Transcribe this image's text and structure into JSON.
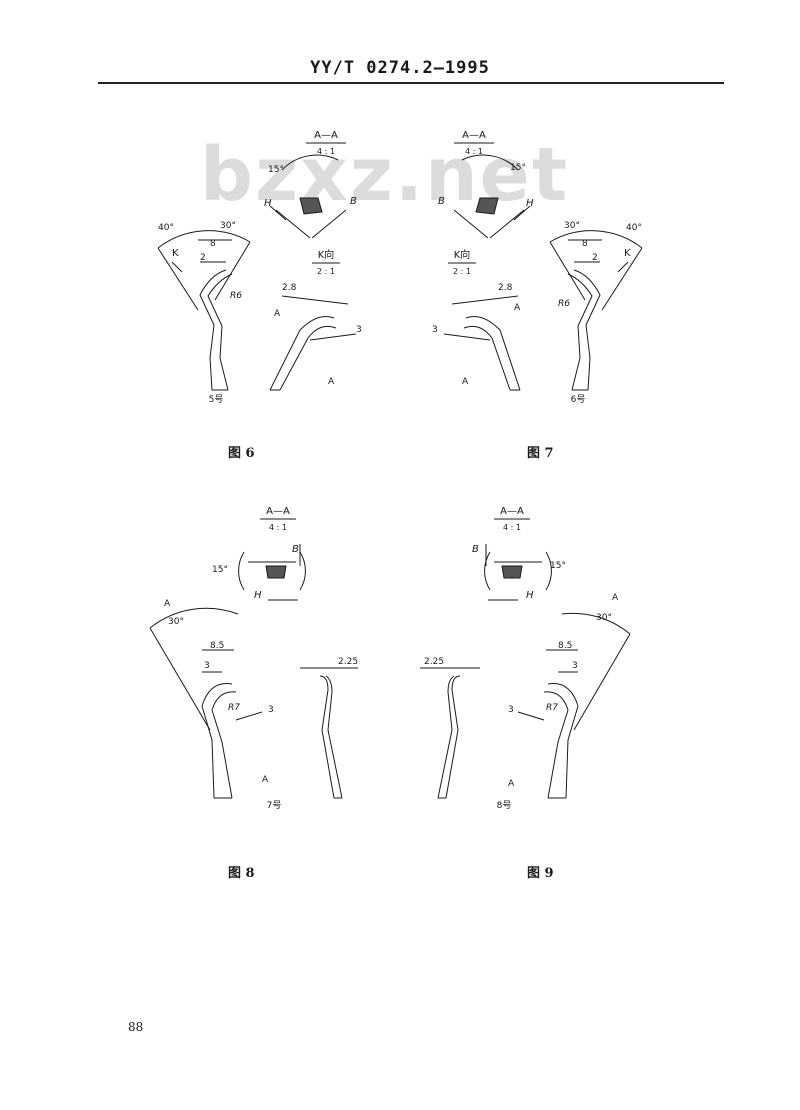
{
  "document": {
    "standard_id": "YY/T 0274.2—1995",
    "watermark": "bzxz.net",
    "page_number": "88"
  },
  "figures": [
    {
      "caption": "图 6",
      "model": "5号",
      "section_title": "A—A",
      "section_scale": "4 : 1",
      "view_title": "K向",
      "view_scale": "2 : 1",
      "labels": {
        "angle_section": "15°",
        "H": "H",
        "B": "B",
        "angle_left": "40°",
        "angle_right": "30°",
        "K": "K",
        "dim_8": "8",
        "dim_2": "2",
        "radius": "R6",
        "dim_2_8": "2.8",
        "dim_3": "3",
        "A_upper": "A",
        "A_lower": "A"
      }
    },
    {
      "caption": "图 7",
      "model": "6号",
      "section_title": "A—A",
      "section_scale": "4 : 1",
      "view_title": "K向",
      "view_scale": "2 : 1",
      "labels": {
        "angle_section": "15°",
        "H": "H",
        "B": "B",
        "angle_left": "30°",
        "angle_right": "40°",
        "K": "K",
        "dim_8": "8",
        "dim_2": "2",
        "radius": "R6",
        "dim_2_8": "2.8",
        "dim_3": "3",
        "A_upper": "A",
        "A_lower": "A"
      }
    },
    {
      "caption": "图 8",
      "model": "7号",
      "section_title": "A—A",
      "section_scale": "4 : 1",
      "labels": {
        "angle_section": "15°",
        "B": "B",
        "H": "H",
        "A_upper": "A",
        "angle": "30°",
        "dim_8_5": "8.5",
        "dim_3_top": "3",
        "radius": "R7",
        "dim_3_side": "3",
        "dim_2_25": "2.25",
        "A_lower": "A"
      }
    },
    {
      "caption": "图 9",
      "model": "8号",
      "section_title": "A—A",
      "section_scale": "4 : 1",
      "labels": {
        "angle_section": "15°",
        "B": "B",
        "H": "H",
        "A_upper": "A",
        "angle": "30°",
        "dim_8_5": "8.5",
        "dim_3_top": "3",
        "radius": "R7",
        "dim_3_side": "3",
        "dim_2_25": "2.25",
        "A_lower": "A"
      }
    }
  ]
}
